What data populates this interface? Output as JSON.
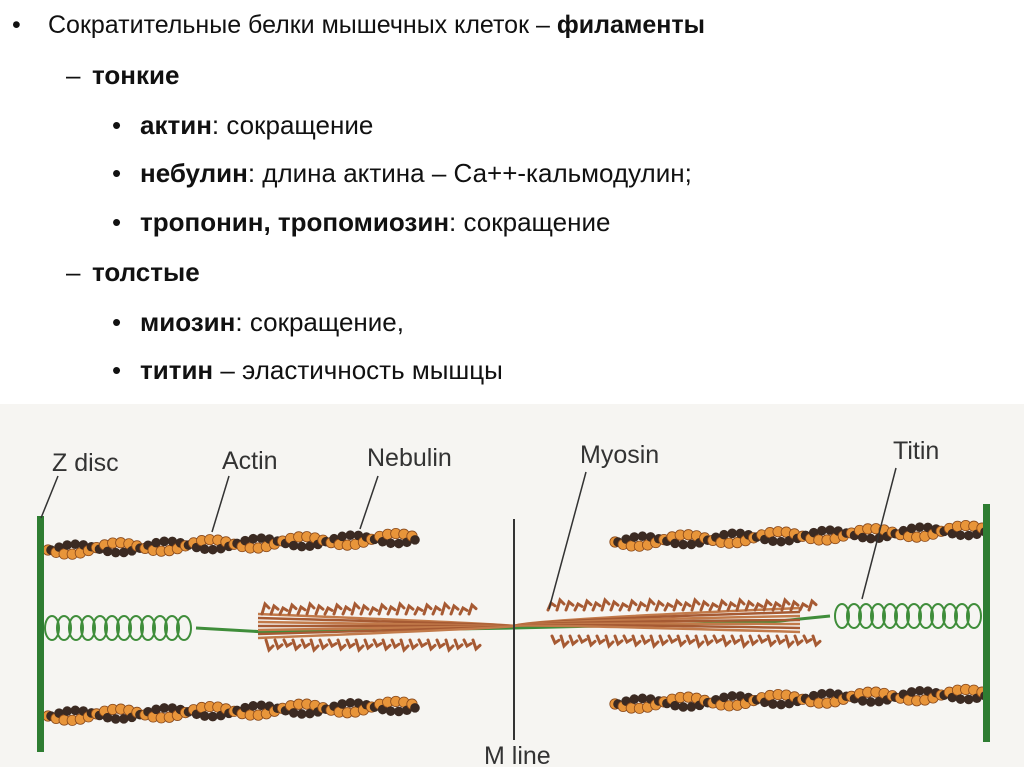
{
  "slide": {
    "title_line": {
      "bullet": "•",
      "text": "Сократительные белки мышечных клеток – ",
      "bold": "филаменты"
    },
    "thin": {
      "dash": "–",
      "label": "тонкие"
    },
    "thin_items": [
      {
        "bullet": "•",
        "bold": "актин",
        "rest": ": сокращение"
      },
      {
        "bullet": "•",
        "bold": "небулин",
        "rest": ": длина актина – Са++-кальмодулин;"
      },
      {
        "bullet": "•",
        "bold": "тропонин, тропомиозин",
        "rest": ": сокращение"
      }
    ],
    "thick": {
      "dash": "–",
      "label": "толстые"
    },
    "thick_items": [
      {
        "bullet": "•",
        "bold": "миозин",
        "rest": ": сокращение,"
      },
      {
        "bullet": "•",
        "bold": "титин",
        "rest": " – эластичность мышцы"
      }
    ]
  },
  "diagram": {
    "labels": {
      "z_disc": "Z disc",
      "actin": "Actin",
      "nebulin": "Nebulin",
      "myosin": "Myosin",
      "titin": "Titin",
      "m_line": "M line"
    },
    "colors": {
      "z_disc": "#2e7d32",
      "actin_light": "#e8953a",
      "actin_dark": "#3b2a22",
      "myosin": "#a65a33",
      "titin": "#3f8d3a",
      "background": "#f6f5f2"
    }
  }
}
